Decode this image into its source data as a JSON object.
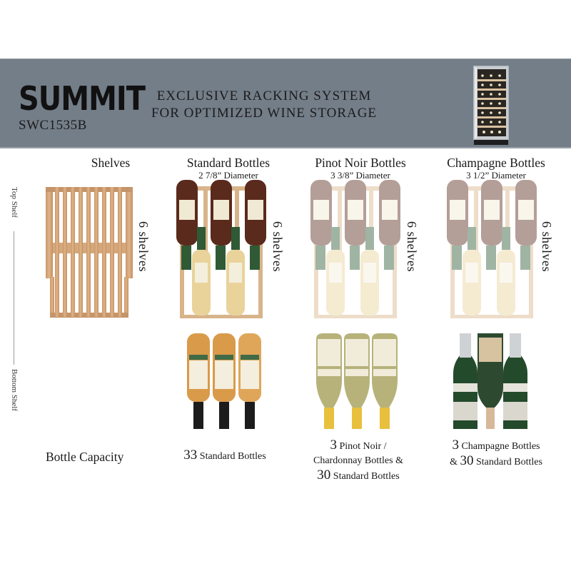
{
  "banner": {
    "brand": "SUMMIT",
    "model": "SWC1535B",
    "headline_line1": "EXCLUSIVE RACKING SYSTEM",
    "headline_line2": "FOR OPTIMIZED WINE STORAGE",
    "background_color": "#747e89",
    "product_image": "wine-cooler-icon"
  },
  "side_axis": {
    "top_label": "Top Shelf",
    "bottom_label": "Bottom Shelf"
  },
  "columns": [
    {
      "title": "Shelves",
      "subtitle": "",
      "count_label": "6 shelves",
      "image": "wooden-shelf",
      "capacity": null
    },
    {
      "title": "Standard Bottles",
      "subtitle": "2 7/8” Diameter",
      "count_label": "6 shelves",
      "image": "standard-bottles-rack",
      "bottom_image": "three-standard-bottles",
      "capacity": {
        "num1": "33",
        "text1": "Standard Bottles"
      }
    },
    {
      "title": "Pinot Noir Bottles",
      "subtitle": "3 3/8” Diameter",
      "count_label": "6 shelves",
      "image": "standard-bottles-rack-faded",
      "bottom_image": "three-pinot-noir-bottles",
      "capacity": {
        "num1": "3",
        "text1": "Pinot Noir /",
        "line2": "Chardonnay Bottles &",
        "num2": "30",
        "text2": "Standard Bottles"
      }
    },
    {
      "title": "Champagne Bottles",
      "subtitle": "3 1/2” Diameter",
      "count_label": "6 shelves",
      "image": "standard-bottles-rack-faded",
      "bottom_image": "three-champagne-bottles",
      "capacity": {
        "num1": "3",
        "text1": "Champagne Bottles",
        "prefix2": "&",
        "num2": "30",
        "text2": "Standard Bottles"
      }
    }
  ],
  "capacity_label": "Bottle Capacity"
}
